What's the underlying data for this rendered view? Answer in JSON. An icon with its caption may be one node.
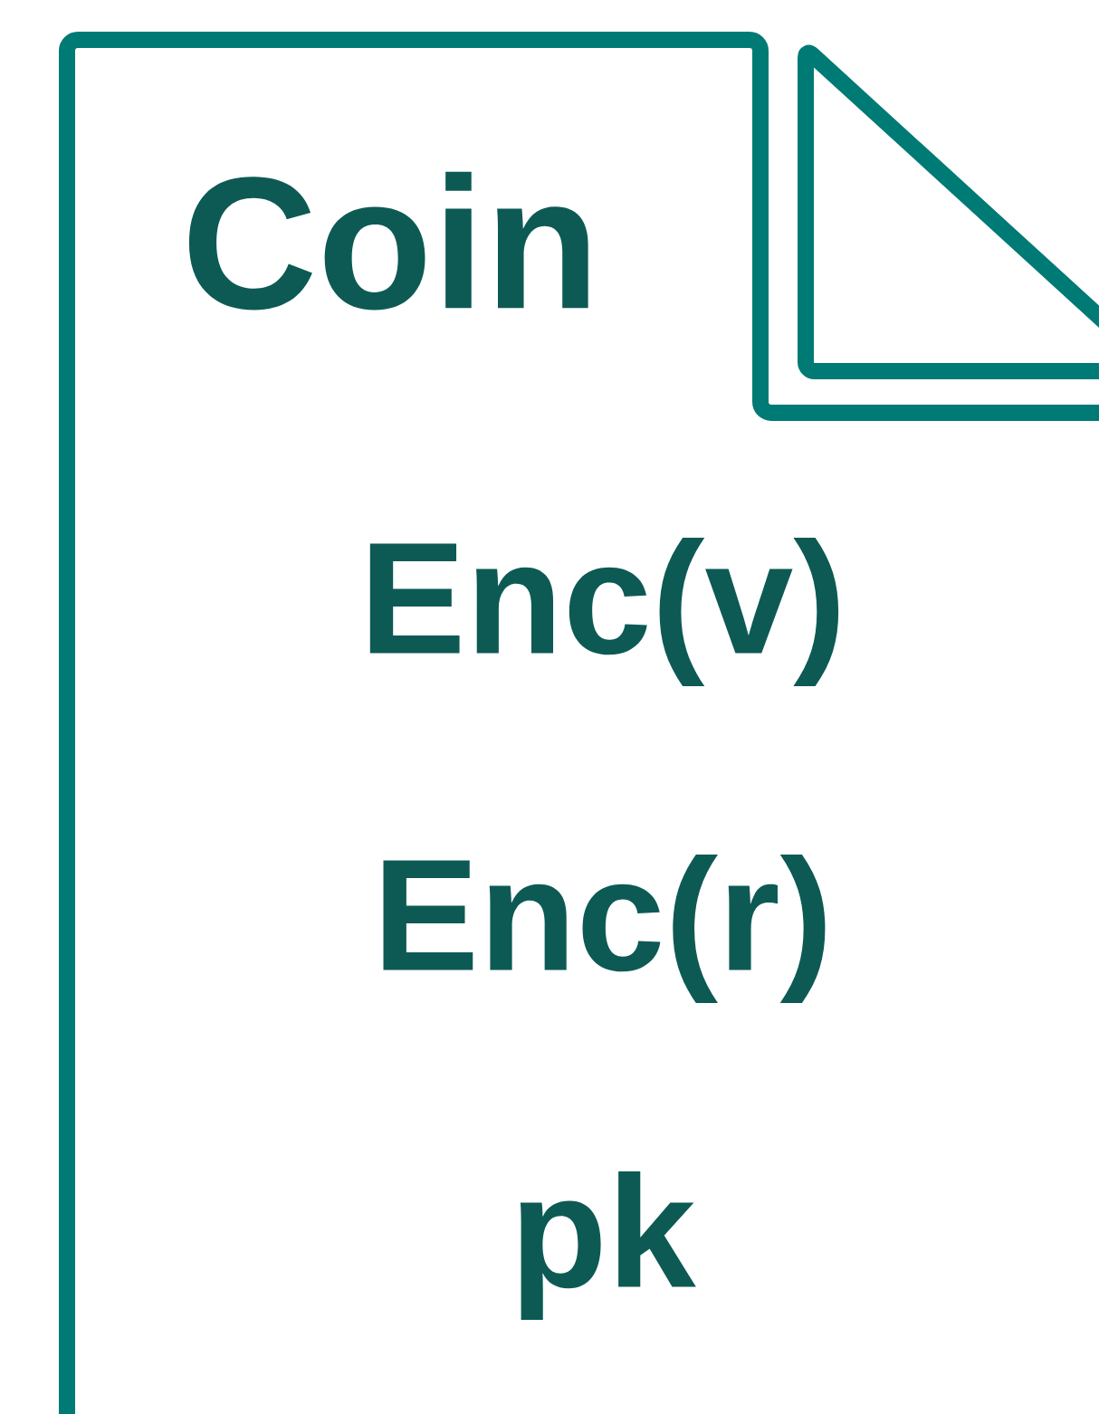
{
  "diagram": {
    "nodes": [
      {
        "text": [
          "Coin",
          "Enc(v)",
          "Enc(r)",
          "pk"
        ]
      }
    ]
  }
}
